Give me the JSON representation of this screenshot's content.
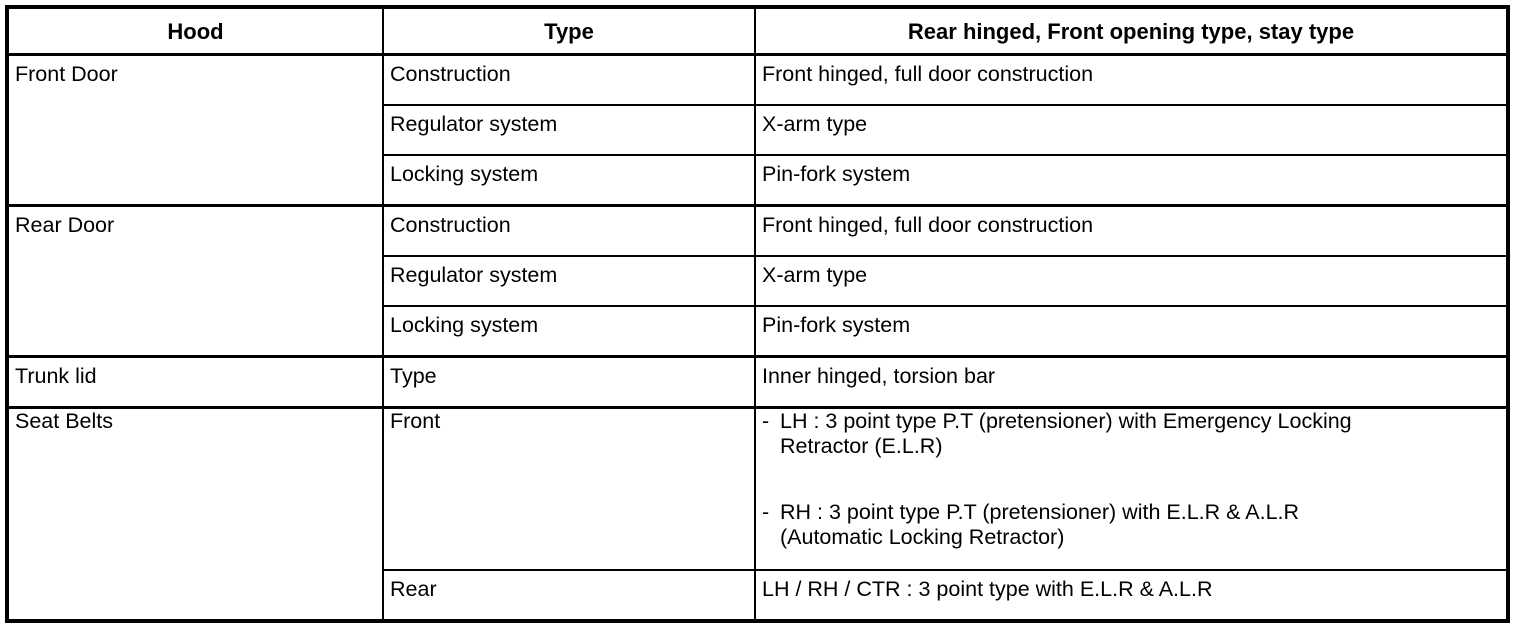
{
  "table": {
    "headers": {
      "col1": "Hood",
      "col2": "Type",
      "col3": "Rear hinged, Front opening type, stay type"
    },
    "groups": [
      {
        "name": "Front Door",
        "rows": [
          {
            "type": "Construction",
            "value": "Front hinged, full door construction"
          },
          {
            "type": "Regulator system",
            "value": "X-arm type"
          },
          {
            "type": "Locking system",
            "value": "Pin-fork system"
          }
        ]
      },
      {
        "name": "Rear Door",
        "rows": [
          {
            "type": "Construction",
            "value": "Front hinged, full door construction"
          },
          {
            "type": "Regulator system",
            "value": "X-arm type"
          },
          {
            "type": "Locking system",
            "value": "Pin-fork system"
          }
        ]
      },
      {
        "name": "Trunk lid",
        "rows": [
          {
            "type": "Type",
            "value": "Inner hinged, torsion bar"
          }
        ]
      },
      {
        "name": "Seat Belts",
        "rows": [
          {
            "type": "Front",
            "bullets": [
              {
                "dash": "-",
                "line1": "LH : 3 point type P.T (pretensioner) with Emergency Locking",
                "line2": "Retractor (E.L.R)"
              },
              {
                "dash": "-",
                "line1": "RH : 3 point type P.T (pretensioner) with E.L.R & A.L.R",
                "line2": "(Automatic Locking Retractor)"
              }
            ]
          },
          {
            "type": "Rear",
            "value": "LH / RH / CTR : 3 point type with E.L.R & A.L.R"
          }
        ]
      }
    ]
  }
}
